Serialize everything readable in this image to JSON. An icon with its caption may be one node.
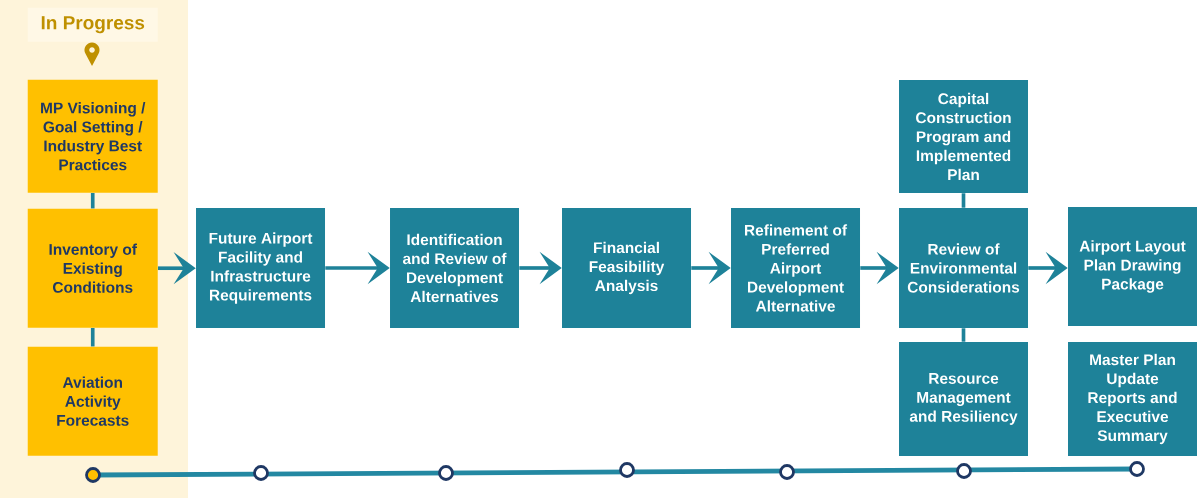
{
  "diagram": {
    "nodes": [
      {
        "text": [
          "In Progress"
        ]
      },
      {
        "text": [
          "MP Visioning / Goal Setting / Industry Best Practices"
        ],
        "in": 0
      },
      {
        "text": [
          "Inventory of Existing Conditions"
        ],
        "in": 0
      },
      {
        "text": [
          "Aviation Activity Forecasts"
        ],
        "in": 0
      },
      {
        "text": [
          "Future Airport Facility and Infrastructure Requirements"
        ]
      },
      {
        "text": [
          "Identification and Review of Development Alternatives"
        ]
      },
      {
        "text": [
          "Financial Feasibility Analysis"
        ]
      },
      {
        "text": [
          "Refinement of Preferred Airport Development Alternative"
        ]
      },
      {
        "text": [
          "Capital Construction Program and Implemented Plan"
        ]
      },
      {
        "text": [
          "Review of Environmental Considerations"
        ]
      },
      {
        "text": [
          "Resource Management and Resiliency"
        ]
      },
      {
        "text": [
          "Airport Layout Plan Drawing Package"
        ]
      },
      {
        "text": [
          "Master Plan Update Reports and Executive Summary"
        ]
      }
    ],
    "edges": [
      {
        "from": 1,
        "to": 2,
        "arrow": "none"
      },
      {
        "from": 2,
        "to": 3,
        "arrow": "none"
      },
      {
        "from": 2,
        "to": 4,
        "arrow": "to"
      },
      {
        "from": 4,
        "to": 5,
        "arrow": "to"
      },
      {
        "from": 5,
        "to": 6,
        "arrow": "to"
      },
      {
        "from": 6,
        "to": 7,
        "arrow": "to"
      },
      {
        "from": 7,
        "to": 9,
        "arrow": "to"
      },
      {
        "from": 8,
        "to": 9,
        "arrow": "none"
      },
      {
        "from": 9,
        "to": 10,
        "arrow": "none"
      },
      {
        "from": 9,
        "to": 11,
        "arrow": "to"
      }
    ]
  }
}
